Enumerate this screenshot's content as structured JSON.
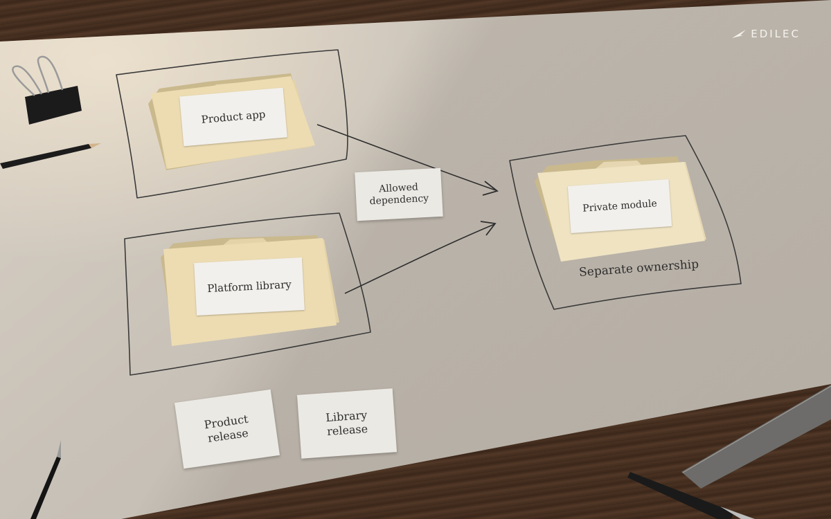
{
  "brand": {
    "name": "EDILEC"
  },
  "diagram": {
    "nodes": {
      "product_app": "Product app",
      "platform_library": "Platform library",
      "private_module": "Private module"
    },
    "edge_label": "Allowed\ndependency",
    "group_label": "Separate ownership",
    "notes": {
      "product_release": "Product\nrelease",
      "library_release": "Library\nrelease"
    }
  },
  "colors": {
    "paper": "#cfc8bd",
    "folder": "#ead9b0",
    "label": "#f2f0ec",
    "ink": "#2b2b2b",
    "wood": "#4a3222"
  }
}
